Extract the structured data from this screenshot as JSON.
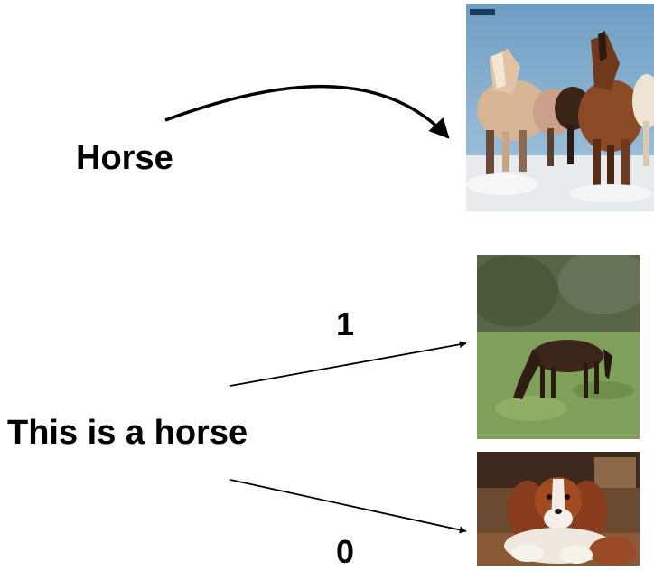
{
  "texts": {
    "word": "Horse",
    "sentence": "This is a horse",
    "positive_score": "1",
    "negative_score": "0"
  },
  "images": {
    "top": "herd-of-horses-running-in-snow",
    "middle": "brown-horse-grazing-in-field",
    "bottom": "cavalier-king-charles-spaniel-dog"
  },
  "colors": {
    "text": "#000000",
    "arrow": "#000000",
    "background": "#ffffff"
  }
}
